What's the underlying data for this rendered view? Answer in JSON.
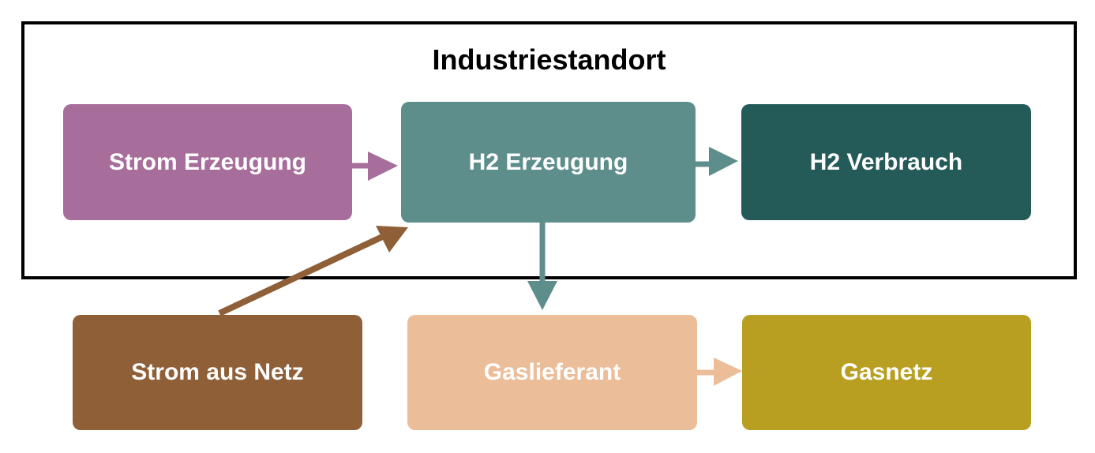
{
  "diagram": {
    "group": {
      "title": "Industriestandort"
    },
    "nodes": {
      "strom_erzeugung": {
        "label": "Strom Erzeugung",
        "color": "#A76D9B"
      },
      "h2_erzeugung": {
        "label": "H2 Erzeugung",
        "color": "#5E8E8C"
      },
      "h2_verbrauch": {
        "label": "H2 Verbrauch",
        "color": "#245B58"
      },
      "strom_aus_netz": {
        "label": "Strom aus Netz",
        "color": "#8F5F38"
      },
      "gaslieferant": {
        "label": "Gaslieferant",
        "color": "#EBBD99"
      },
      "gasnetz": {
        "label": "Gasnetz",
        "color": "#B89F21"
      }
    },
    "edges": [
      {
        "from": "Strom Erzeugung",
        "to": "H2 Erzeugung",
        "color": "#A76D9B"
      },
      {
        "from": "H2 Erzeugung",
        "to": "H2 Verbrauch",
        "color": "#5E8E8C"
      },
      {
        "from": "Strom aus Netz",
        "to": "H2 Erzeugung",
        "color": "#8F5F38"
      },
      {
        "from": "H2 Erzeugung",
        "to": "Gaslieferant",
        "color": "#5E8E8C"
      },
      {
        "from": "Gaslieferant",
        "to": "Gasnetz",
        "color": "#EBBD99"
      }
    ]
  }
}
